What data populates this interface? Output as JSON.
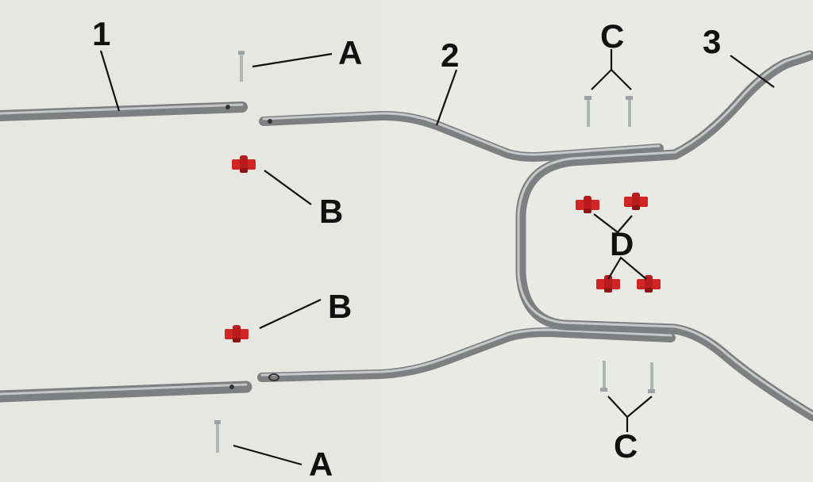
{
  "labels": {
    "part_1": "1",
    "part_2": "2",
    "part_3": "3",
    "a_top": "A",
    "a_bottom": "A",
    "b_top": "B",
    "b_bottom": "B",
    "c_top": "C",
    "c_bottom": "C",
    "d": "D"
  },
  "colors": {
    "background": "#e6e7e3",
    "tube": "#7d7f80",
    "tube_highlight": "#c3c5c6",
    "knob": "#d22525",
    "knob_shadow": "#8f1414",
    "screw": "#aeb6b8",
    "label": "#111111"
  },
  "icons": {
    "knob": "red-wing-knob",
    "screw": "bolt"
  }
}
